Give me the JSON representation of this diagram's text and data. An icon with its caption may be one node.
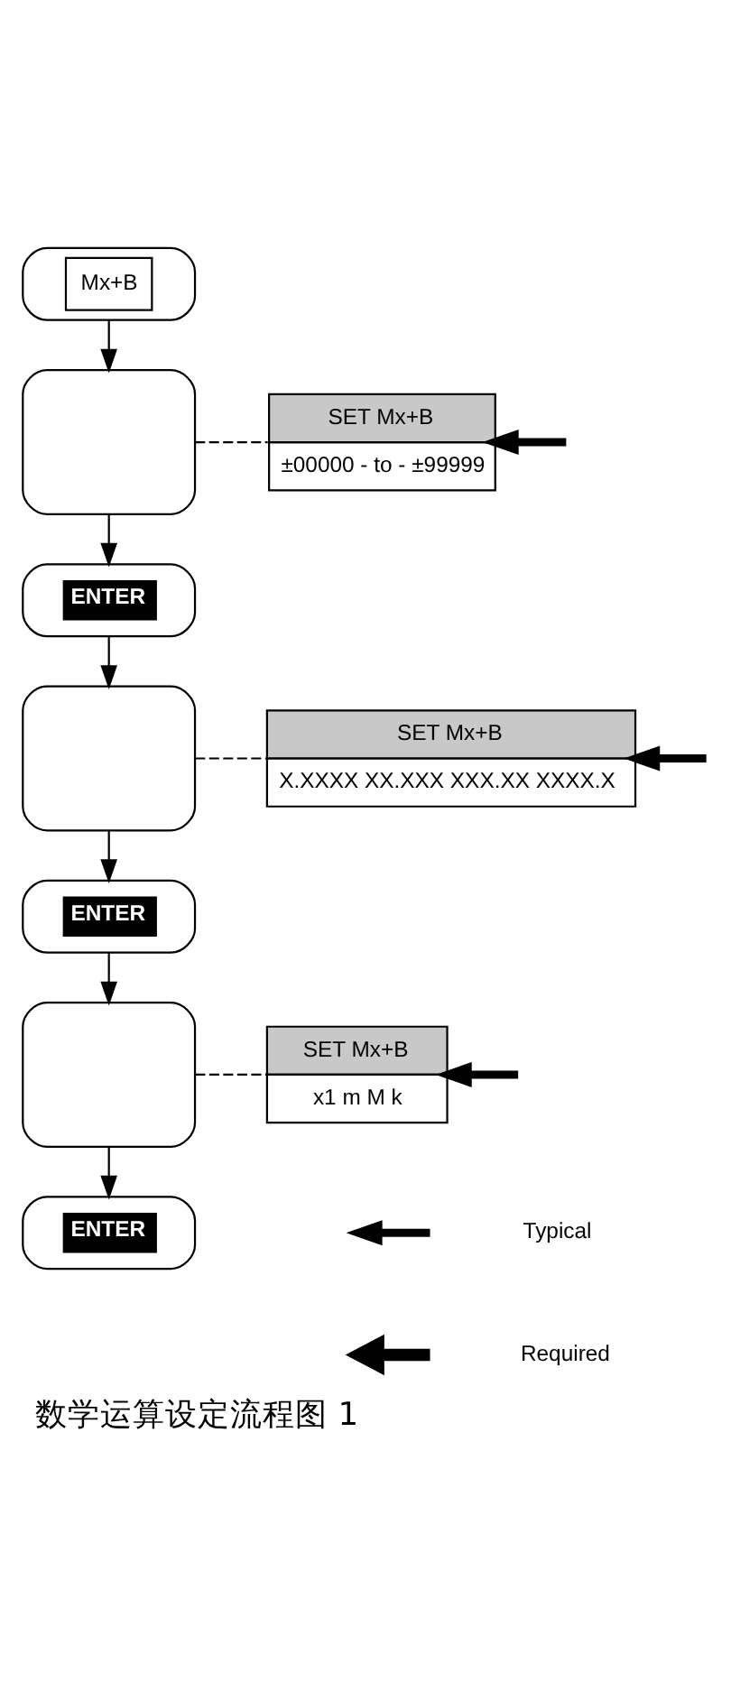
{
  "diagram": {
    "caption": "数学运算设定流程图 1",
    "nodes": [
      {
        "text": [
          "Mx+B"
        ]
      },
      {
        "text": [],
        "shape": "box"
      },
      {
        "text": [
          "ENTER"
        ]
      },
      {
        "text": [],
        "shape": "box"
      },
      {
        "text": [
          "ENTER"
        ]
      },
      {
        "text": [],
        "shape": "box"
      },
      {
        "text": [
          "ENTER"
        ]
      },
      {
        "text": [
          "SET Mx+B",
          "±00000 - to - ±99999"
        ]
      },
      {
        "text": [
          "SET Mx+B",
          "X.XXXX XX.XXX XXX.XX XXXX.X"
        ]
      },
      {
        "text": [
          "SET Mx+B",
          "x1 m M k"
        ]
      }
    ],
    "edges": [
      {
        "from": 0,
        "to": 1,
        "arrow": "to"
      },
      {
        "from": 1,
        "to": 2,
        "arrow": "to"
      },
      {
        "from": 2,
        "to": 3,
        "arrow": "to"
      },
      {
        "from": 3,
        "to": 4,
        "arrow": "to"
      },
      {
        "from": 4,
        "to": 5,
        "arrow": "to"
      },
      {
        "from": 5,
        "to": 6,
        "arrow": "to"
      },
      {
        "from": 1,
        "to": 7,
        "arrow": "none",
        "style": "dashed"
      },
      {
        "from": 3,
        "to": 8,
        "arrow": "none",
        "style": "dashed"
      },
      {
        "from": 5,
        "to": 9,
        "arrow": "none",
        "style": "dashed"
      },
      {
        "from": null,
        "to": 7,
        "arrow": "to",
        "style": "thick"
      },
      {
        "from": null,
        "to": 8,
        "arrow": "to",
        "style": "thick"
      },
      {
        "from": null,
        "to": 9,
        "arrow": "to",
        "style": "thick"
      }
    ],
    "legend": [
      {
        "text": "Typical"
      },
      {
        "text": "Required"
      }
    ]
  }
}
